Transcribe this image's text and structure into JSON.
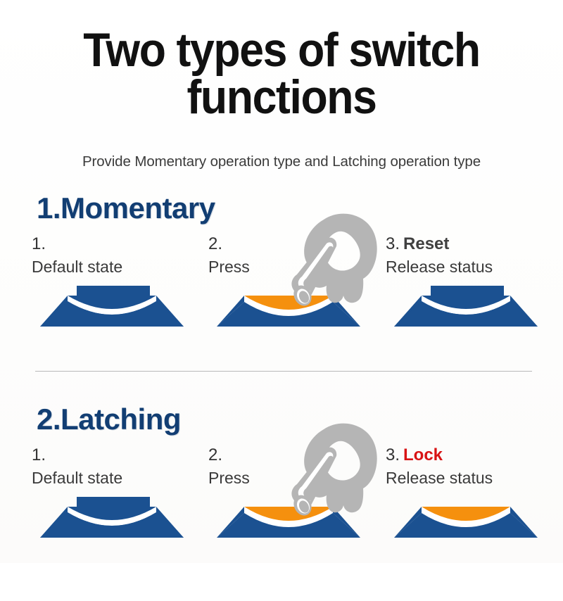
{
  "header": {
    "title": "Two types of switch\nfunctions",
    "subtitle": "Provide Momentary operation type and Latching operation type"
  },
  "colors": {
    "blue": "#1b5191",
    "blue_dark": "#123e73",
    "orange": "#F5900E",
    "gray_hand": "#b5b5b5",
    "red": "#d81314",
    "divider": "#b9b9b9",
    "text": "#3a3a3a"
  },
  "sections": [
    {
      "id": "momentary",
      "heading": "1.Momentary",
      "hand_icon": "pointing-hand-icon",
      "steps": [
        {
          "number": "1.",
          "emphasis": "",
          "emphasis_style": "",
          "desc": "Default state",
          "switch_state": "off",
          "switch_icon": "rocker-switch-off-icon"
        },
        {
          "number": "2.",
          "emphasis": "",
          "emphasis_style": "",
          "desc": "Press",
          "switch_state": "pressed",
          "switch_icon": "rocker-switch-pressed-icon"
        },
        {
          "number": "3.",
          "emphasis": "Reset",
          "emphasis_style": "gray",
          "desc": "Release status",
          "switch_state": "off",
          "switch_icon": "rocker-switch-off-icon"
        }
      ]
    },
    {
      "id": "latching",
      "heading": "2.Latching",
      "hand_icon": "pointing-hand-icon",
      "steps": [
        {
          "number": "1.",
          "emphasis": "",
          "emphasis_style": "",
          "desc": "Default state",
          "switch_state": "off",
          "switch_icon": "rocker-switch-off-icon"
        },
        {
          "number": "2.",
          "emphasis": "",
          "emphasis_style": "",
          "desc": "Press",
          "switch_state": "pressed",
          "switch_icon": "rocker-switch-pressed-icon"
        },
        {
          "number": "3.",
          "emphasis": "Lock",
          "emphasis_style": "red",
          "desc": "Release status",
          "switch_state": "locked",
          "switch_icon": "rocker-switch-locked-icon"
        }
      ]
    }
  ]
}
